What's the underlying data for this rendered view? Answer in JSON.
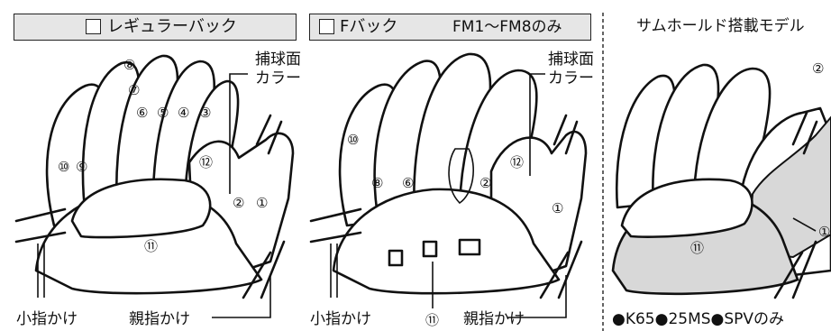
{
  "panels": [
    {
      "title": "レギュラーバック",
      "subtitle": ""
    },
    {
      "title": "Fバック",
      "subtitle": "FM1〜FM8のみ"
    },
    {
      "title": "サムホールド搭載モデル",
      "subtitle": ""
    }
  ],
  "labels": {
    "catch_face_line1": "捕球面",
    "catch_face_line2": "カラー",
    "little_finger": "小指かけ",
    "thumb": "親指かけ",
    "models": "●K65●25MS●SPVのみ"
  },
  "markers": {
    "n1": "①",
    "n2": "②",
    "n3": "③",
    "n4": "④",
    "n5": "⑤",
    "n6": "⑥",
    "n7": "⑦",
    "n8": "⑧",
    "n9": "⑨",
    "n10": "⑩",
    "n11": "⑪",
    "n12": "⑫"
  },
  "colors": {
    "header_bg": "#e6e6e6",
    "highlight": "#d8d8d8",
    "line": "#111111"
  }
}
